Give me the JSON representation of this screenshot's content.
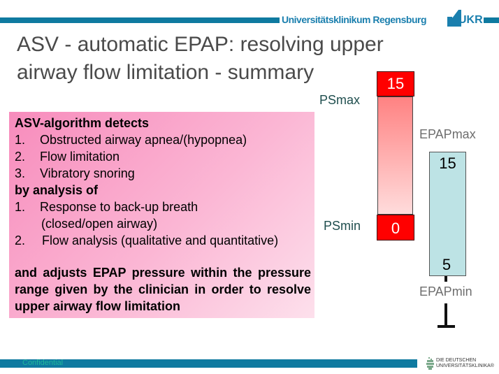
{
  "header": {
    "brand": "Universitätsklinikum Regensburg",
    "logo": "UKR"
  },
  "title": "ASV - automatic EPAP: resolving upper airway flow limitation - summary",
  "textbox": {
    "heading1": "ASV-algorithm detects",
    "detects": [
      {
        "n": "1.",
        "t": "Obstructed airway apnea/(hypopnea)"
      },
      {
        "n": "2.",
        "t": "Flow limitation"
      },
      {
        "n": "3.",
        "t": "Vibratory snoring"
      }
    ],
    "heading2": "by analysis of",
    "analysis": [
      {
        "n": "1.",
        "t": "Response to back-up breath"
      },
      {
        "n": "",
        "t": "(closed/open airway)"
      },
      {
        "n": "2.",
        "t": "Flow analysis (qualitative and quantitative)"
      }
    ],
    "conclusion": "and adjusts EPAP pressure within the pressure range given by the clinician in order to resolve upper airway flow limitation"
  },
  "diagram": {
    "ps": {
      "max_label": "PSmax",
      "min_label": "PSmin",
      "max_value": "15",
      "min_value": "0",
      "color": "#ff0000"
    },
    "epap": {
      "max_label": "EPAPmax",
      "min_label": "EPAPmin",
      "max_value": "15",
      "min_value": "5",
      "color": "#bde3e5"
    }
  },
  "footer": {
    "confidential": "Confidential",
    "partner_logo_line1": "DIE DEUTSCHEN",
    "partner_logo_line2": "UNIVERSITÄTSKLINIKA®"
  }
}
